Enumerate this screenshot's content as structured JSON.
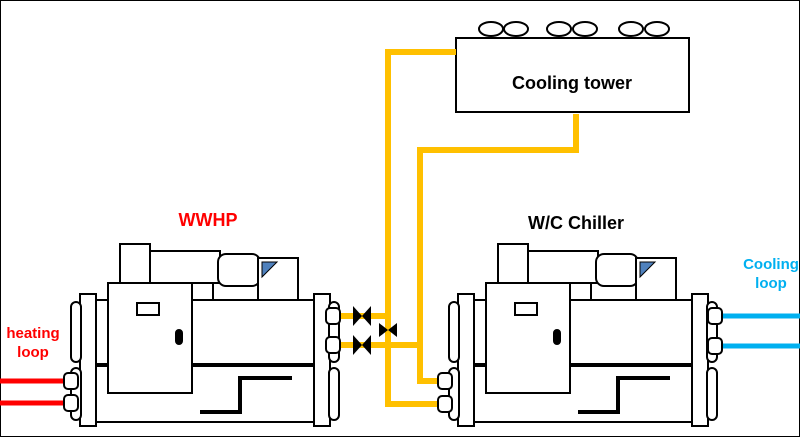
{
  "labels": {
    "cooling_tower": "Cooling tower",
    "wwhp": "WWHP",
    "wc_chiller": "W/C Chiller",
    "heating_loop_line1": "heating",
    "heating_loop_line2": "loop",
    "cooling_loop_line1": "Cooling",
    "cooling_loop_line2": "loop"
  },
  "colors": {
    "condenser_water": "#FFC000",
    "heating_water": "#FF0000",
    "chilled_water": "#00B0F0",
    "heating_label": "#FF0000",
    "cooling_label": "#00B0F0",
    "outline": "#000000",
    "panel_accent": "#4F81BD"
  }
}
